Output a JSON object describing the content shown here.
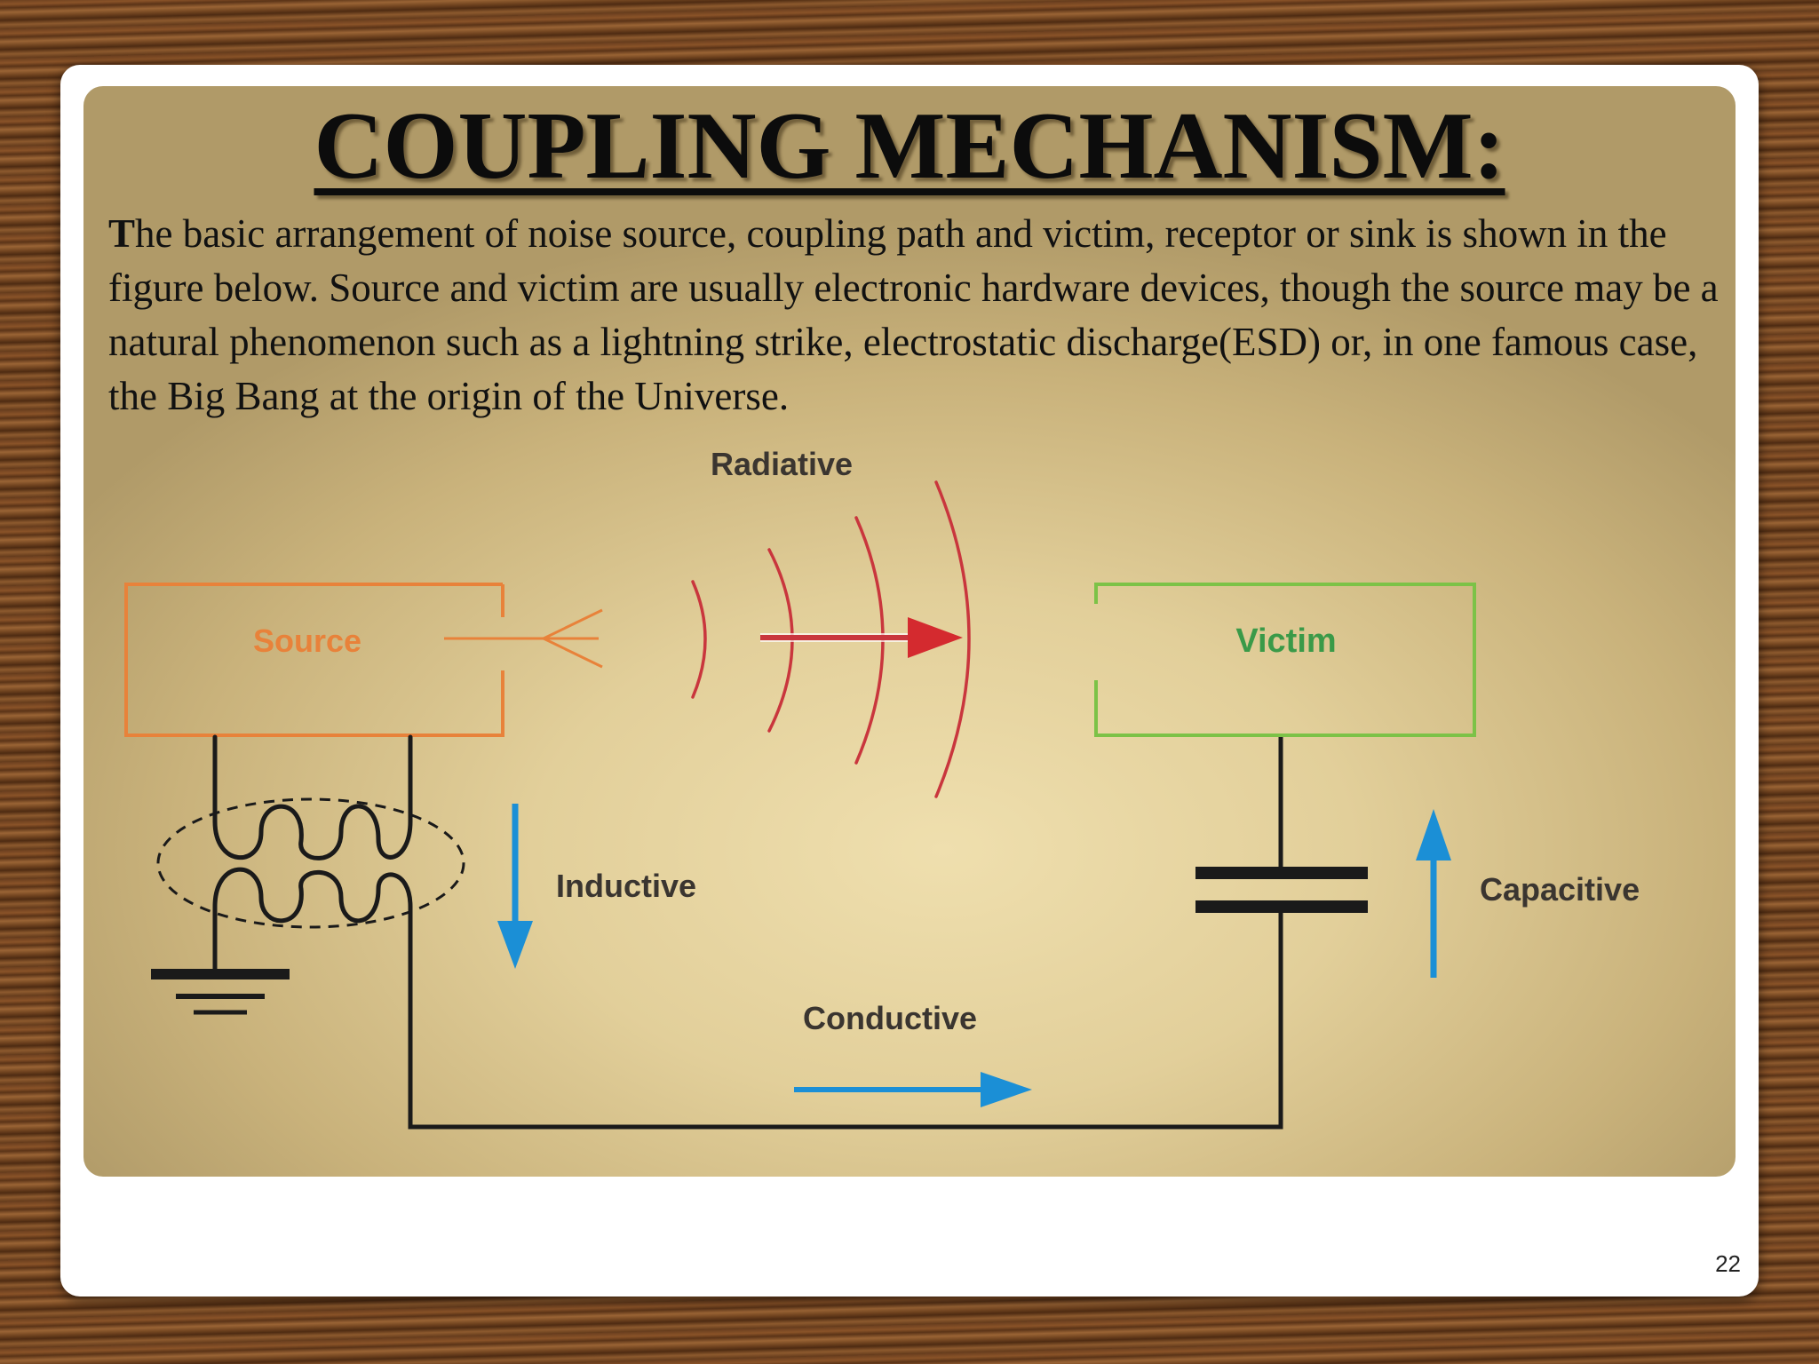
{
  "slide": {
    "title": "COUPLING MECHANISM:",
    "body_first_letter": "T",
    "body_rest": "he basic arrangement of noise source, coupling path and victim, receptor or sink is shown in the figure below. Source and victim are usually electronic hardware devices, though the source may be a natural phenomenon such as a lightning strike, electrostatic discharge(ESD) or, in one famous case, the Big Bang at the origin of the Universe.",
    "page_number": "22"
  },
  "diagram": {
    "source_label": "Source",
    "victim_label": "Victim",
    "radiative_label": "Radiative",
    "inductive_label": "Inductive",
    "capacitive_label": "Capacitive",
    "conductive_label": "Conductive"
  },
  "colors": {
    "source": "#e8823a",
    "victim": "#7cc247",
    "radiative": "#c9363d",
    "coupling_arrow": "#1b8fd6",
    "wire": "#1a1a1a"
  }
}
